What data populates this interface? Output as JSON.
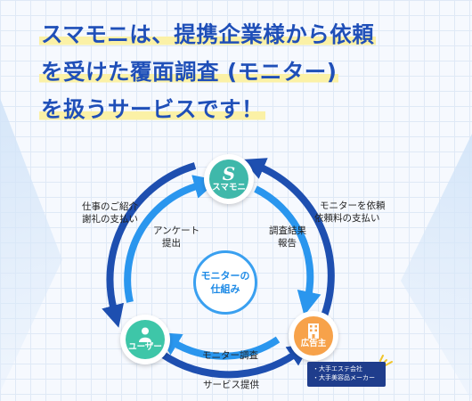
{
  "headline": {
    "line1": "スマモニは、提携企業様から依頼",
    "line2": "を受けた覆面調査 (モニター)",
    "line3": "を扱うサービスです！"
  },
  "nodes": {
    "sumamoni": {
      "logo_letter": "S",
      "label": "スマモニ"
    },
    "user": {
      "label": "ユーザー"
    },
    "client": {
      "label": "広告主"
    }
  },
  "center": {
    "line1": "モニターの",
    "line2": "仕組み"
  },
  "flows": {
    "top_left_outer": [
      "仕事のご紹介",
      "謝礼の支払い"
    ],
    "top_right_outer": [
      "モニターを依頼",
      "依頼料の支払い"
    ],
    "inner_left": [
      "アンケート",
      "提出"
    ],
    "inner_right": [
      "調査結果",
      "報告"
    ],
    "bottom_inner": "モニター調査",
    "bottom_outer": "サービス提供"
  },
  "clients": [
    "・大手エステ会社",
    "・大手美容品メーカー"
  ],
  "colors": {
    "title": "#1f4fb8",
    "dark_arrow": "#1e4fb0",
    "light_arrow": "#2a96ee",
    "sumamoni": "#3fb8aa",
    "user": "#3ec6a8",
    "client": "#f7a24a"
  }
}
